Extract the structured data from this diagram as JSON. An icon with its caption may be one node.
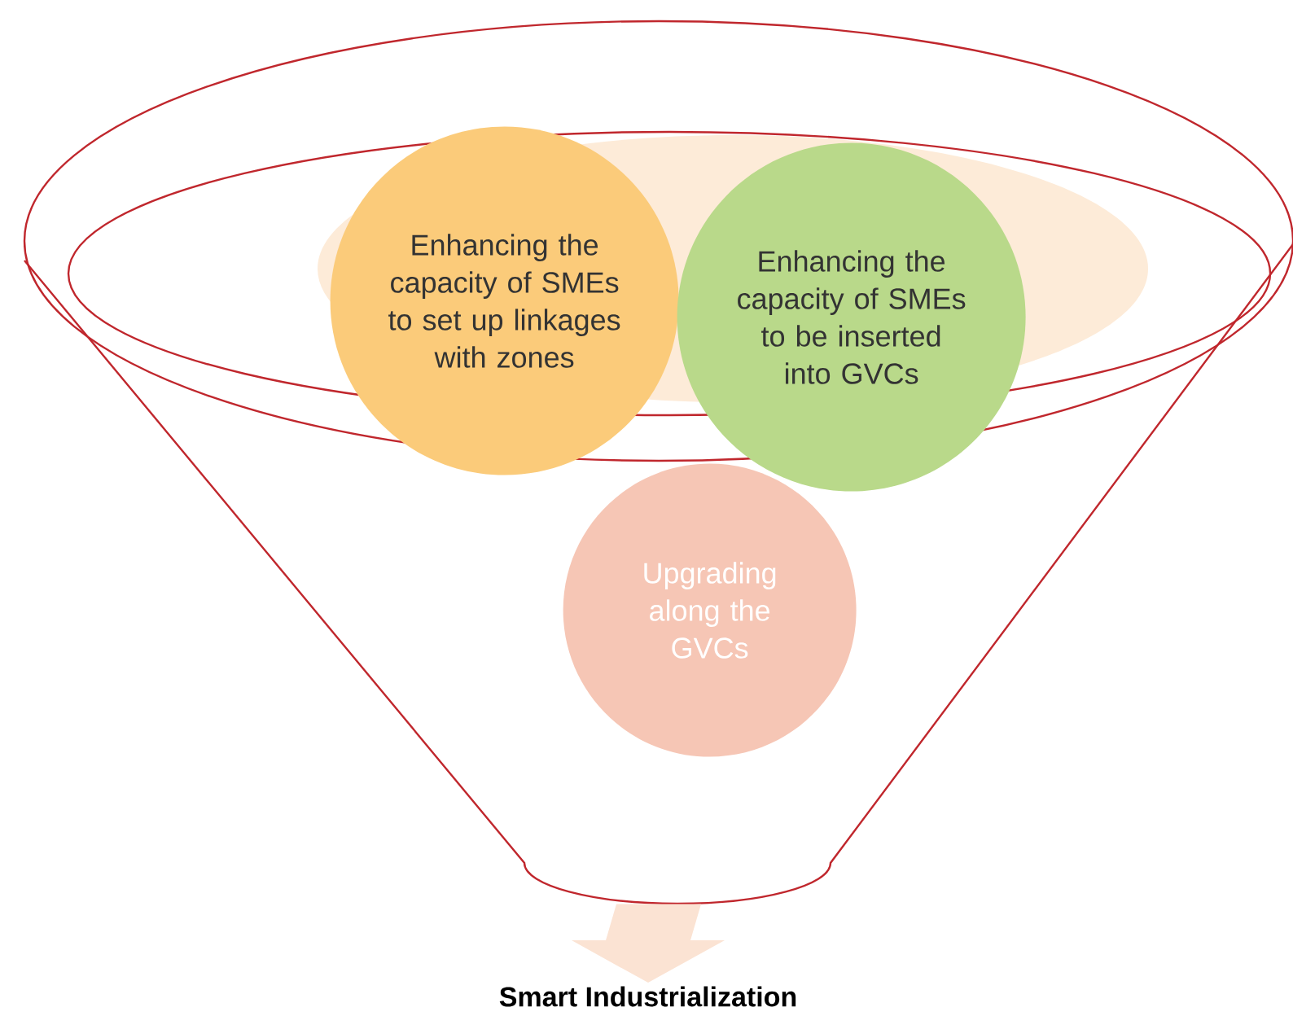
{
  "diagram": {
    "nodes": [
      {
        "text": [],
        "shape": "funnel"
      },
      {
        "text": [
          "Enhancing the capacity of SMEs to set up linkages with zones"
        ],
        "in": 0
      },
      {
        "text": [
          "Enhancing the capacity of SMEs to be inserted into GVCs"
        ],
        "in": 0
      },
      {
        "text": [
          "Upgrading along the GVCs"
        ],
        "in": 0
      },
      {
        "text": [
          "Smart Industrialization"
        ]
      }
    ],
    "edges": [
      {
        "from": 0,
        "to": 4,
        "arrow": "to"
      }
    ]
  }
}
